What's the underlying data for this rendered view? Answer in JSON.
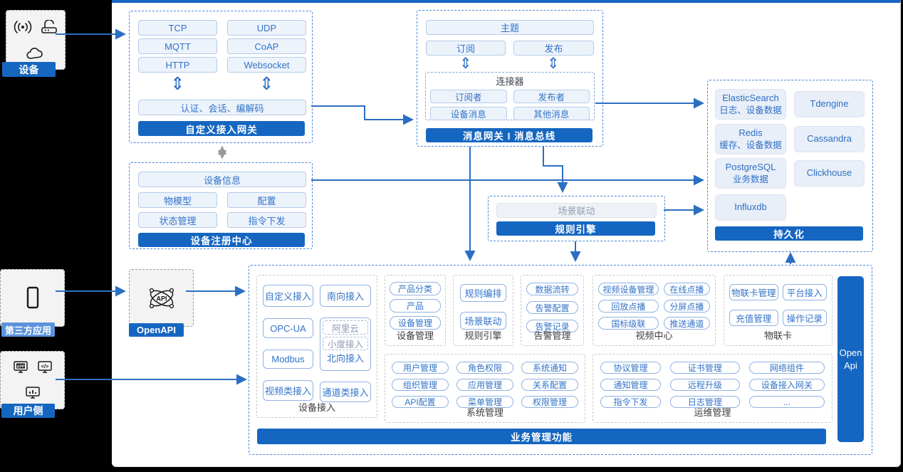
{
  "colors": {
    "accent": "#1566c1",
    "accent_light": "#5b93dd",
    "chip_text": "#3273c8",
    "arrow": "#2b6fc2"
  },
  "glyphs": {
    "double_arrow": "⇕"
  },
  "left_rail": {
    "groups": [
      {
        "label": "设备",
        "icons": [
          "broadcast-signal-icon",
          "router-icon",
          "cloud-icon"
        ]
      },
      {
        "label": "第三方应用",
        "icons": [
          "phone-icon"
        ]
      },
      {
        "label": "用户侧",
        "icons": [
          "app-monitor-icon",
          "code-monitor-icon",
          "chart-monitor-icon"
        ]
      }
    ]
  },
  "custom_gateway": {
    "protocols": [
      "TCP",
      "UDP",
      "MQTT",
      "CoAP",
      "HTTP",
      "Websocket"
    ],
    "auth_bar": "认证、会话、编解码",
    "title": "自定义接入网关"
  },
  "message_gateway": {
    "topic": "主题",
    "subscribe": "订阅",
    "publish": "发布",
    "connector_title": "连接器",
    "connector_chips": [
      "订阅者",
      "发布者",
      "设备消息",
      "其他消息"
    ],
    "title": "消息网关 I 消息总线"
  },
  "registry": {
    "full_chip": "设备信息",
    "chips": [
      "物模型",
      "配置",
      "状态管理",
      "指令下发"
    ],
    "title": "设备注册中心"
  },
  "rule_engine_box": {
    "chip": "场景联动",
    "title": "规则引擎"
  },
  "persistence": {
    "title": "持久化",
    "stores": [
      {
        "name": "ElasticSearch",
        "desc": "日志、设备数据"
      },
      {
        "name": "Tdengine",
        "desc": ""
      },
      {
        "name": "Redis",
        "desc": "缓存、设备数据"
      },
      {
        "name": "Cassandra",
        "desc": ""
      },
      {
        "name": "PostgreSQL",
        "desc": "业务数据"
      },
      {
        "name": "Clickhouse",
        "desc": ""
      },
      {
        "name": "Influxdb",
        "desc": ""
      }
    ]
  },
  "openapi": {
    "label": "OpenAPI",
    "icon": "api-network-icon"
  },
  "business": {
    "title": "业务管理功能",
    "open_api_bar": {
      "line1": "Open",
      "line2": "Api"
    },
    "device_access": {
      "label": "设备接入",
      "left_chips": [
        "自定义接入",
        "OPC-UA",
        "Modbus",
        "视频类接入"
      ],
      "right_top": "南向接入",
      "north_box": {
        "label": "北向接入",
        "dashed_chips": [
          "阿里云",
          "小度接入"
        ]
      },
      "right_bottom": "通道类接入"
    },
    "sections": [
      {
        "label": "设备管理",
        "chips": [
          "产品分类",
          "产品",
          "设备管理"
        ]
      },
      {
        "label": "规则引擎",
        "chips": [
          "规则编排",
          "场景联动"
        ]
      },
      {
        "label": "告警管理",
        "chips": [
          "数据流转",
          "告警配置",
          "告警记录"
        ]
      },
      {
        "label": "视频中心",
        "chips": [
          "视频设备管理",
          "在线点播",
          "回放点播",
          "分屏点播",
          "国标级联",
          "推送通道"
        ]
      },
      {
        "label": "物联卡",
        "chips": [
          "物联卡管理",
          "平台接入",
          "充值管理",
          "操作记录"
        ]
      },
      {
        "label": "系统管理",
        "chips": [
          "用户管理",
          "角色权限",
          "系统通知",
          "组织管理",
          "应用管理",
          "关系配置",
          "API配置",
          "菜单管理",
          "权限管理"
        ]
      },
      {
        "label": "运维管理",
        "chips": [
          "协议管理",
          "证书管理",
          "网络组件",
          "通知管理",
          "远程升级",
          "设备接入网关",
          "指令下发",
          "日志管理",
          "..."
        ]
      }
    ]
  }
}
